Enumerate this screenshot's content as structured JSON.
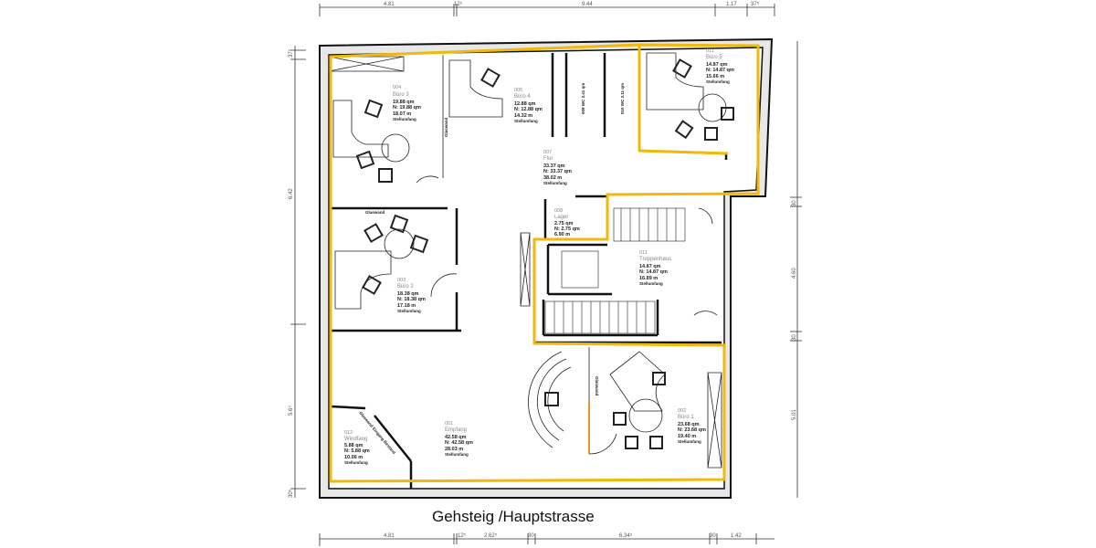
{
  "caption": "Gehsteig /Hauptstrasse",
  "dimensions": {
    "top": [
      "4.81",
      "12⁵",
      "9.44",
      "1.17",
      "37⁵"
    ],
    "bottom": [
      "4.81",
      "12⁵",
      "2.62⁵",
      "30",
      "6.34⁵",
      "30",
      "1.42"
    ],
    "left": [
      "37⁵",
      "6.42",
      "5.6⁵",
      "30⁵"
    ],
    "right": [
      "30",
      "4.60",
      "30",
      "5.01"
    ]
  },
  "rooms": [
    {
      "id": "004",
      "name": "Büro 3",
      "area": "19.88 qm",
      "net": "N: 19.88 qm",
      "perimeter": "18.07 m",
      "note": "Stellumfang"
    },
    {
      "id": "005",
      "name": "Büro 4",
      "area": "12.88 qm",
      "net": "N: 12.88 qm",
      "perimeter": "14.32 m",
      "note": "Stellumfang"
    },
    {
      "id": "011",
      "name": "Büro 5",
      "area": "14.87 qm",
      "net": "N: 14.87 qm",
      "perimeter": "15.66 m",
      "note": "Stellumfang"
    },
    {
      "id": "007",
      "name": "Flur",
      "area": "33.37 qm",
      "net": "N: 33.37 qm",
      "perimeter": "38.02 m",
      "note": "Stellumfang"
    },
    {
      "id": "008",
      "name": "Lager",
      "area": "2.75 qm",
      "net": "N: 2.75 qm",
      "perimeter": "6.90 m",
      "note": "Stellumfang"
    },
    {
      "id": "011",
      "name": "Treppenhaus",
      "area": "14.87 qm",
      "net": "N: 14.87 qm",
      "perimeter": "16.89 m",
      "note": "Stellumfang"
    },
    {
      "id": "003",
      "name": "Büro 2",
      "area": "18.38 qm",
      "net": "N: 18.38 qm",
      "perimeter": "17.18 m",
      "note": "Stellumfang"
    },
    {
      "id": "001",
      "name": "Empfang",
      "area": "42.58 qm",
      "net": "N: 42.58 qm",
      "perimeter": "28.03 m",
      "note": "Stellumfang"
    },
    {
      "id": "012",
      "name": "Windfang",
      "area": "5.88 qm",
      "net": "N: 5.88 qm",
      "perimeter": "10.06 m",
      "note": "Stellumfang"
    },
    {
      "id": "002",
      "name": "Büro 1",
      "area": "23.68 qm",
      "net": "N: 23.68 qm",
      "perimeter": "19.40 m",
      "note": "Stellumfang"
    }
  ],
  "wc_labels": [
    "009 WC 3.41 qm",
    "010 WC 3.11 qm"
  ],
  "glass_labels": [
    "Glaswand",
    "Glaswand",
    "Glaswand",
    "Glaswand Eingang Bestand"
  ],
  "colors": {
    "highlight": "#f0b90b",
    "wall": "#111111"
  }
}
